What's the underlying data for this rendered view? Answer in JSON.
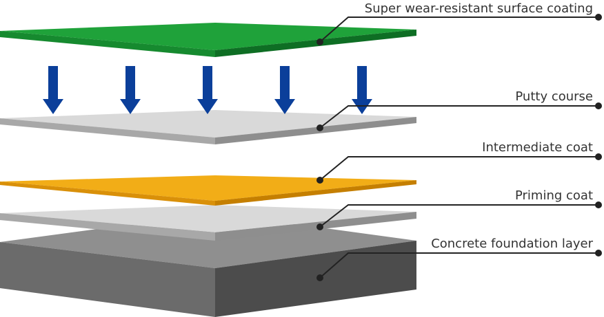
{
  "labels": {
    "super_wear": "Super wear-resistant surface coating",
    "putty": "Putty course",
    "intermediate": "Intermediate coat",
    "priming": "Priming coat",
    "concrete": "Concrete foundation layer"
  },
  "colors": {
    "surface_top": "#1fa23a",
    "surface_side_left": "#168a2f",
    "surface_side_right": "#0e6e24",
    "gray_top": "#d9d9d9",
    "gray_side_left": "#a8a8a8",
    "gray_side_right": "#8e8e8e",
    "orange_top": "#f2ad17",
    "orange_side_left": "#d99009",
    "orange_side_right": "#c57f00",
    "concrete_top": "#8f8f8f",
    "concrete_front_left": "#6b6b6b",
    "concrete_front_right": "#4c4c4c",
    "arrow": "#0b3f9a",
    "leader_line": "#222222"
  },
  "icons": {
    "arrow": "down-arrow-icon"
  }
}
